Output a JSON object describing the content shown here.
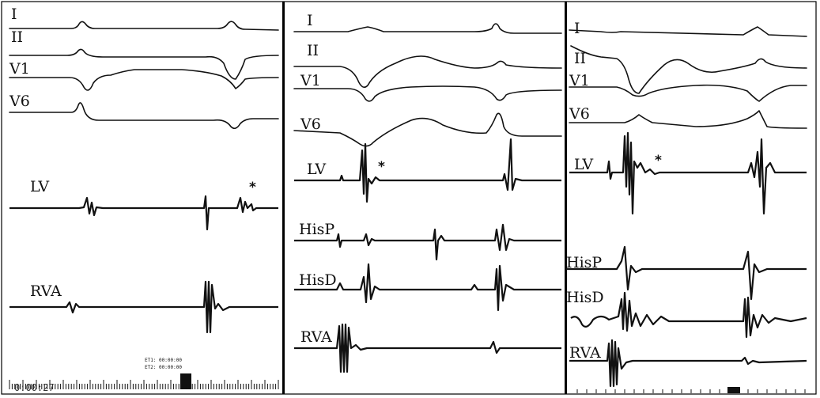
{
  "panels": [
    {
      "id": "left",
      "leads": [
        "I",
        "II",
        "V1",
        "V6"
      ],
      "intracardiac": [
        "LV",
        "RVA"
      ],
      "annotation": "*",
      "timers": [
        "ET1: 00:00:00",
        "ET2: 00:00:00"
      ],
      "code": "0:00:27"
    },
    {
      "id": "middle",
      "leads": [
        "I",
        "II",
        "V1",
        "V6"
      ],
      "intracardiac": [
        "LV",
        "HisP",
        "HisD",
        "RVA"
      ],
      "annotation": "*"
    },
    {
      "id": "right",
      "leads": [
        "I",
        "II",
        "V1",
        "V6"
      ],
      "intracardiac": [
        "LV",
        "HisP",
        "HisD",
        "RVA"
      ],
      "annotation": "*"
    }
  ]
}
